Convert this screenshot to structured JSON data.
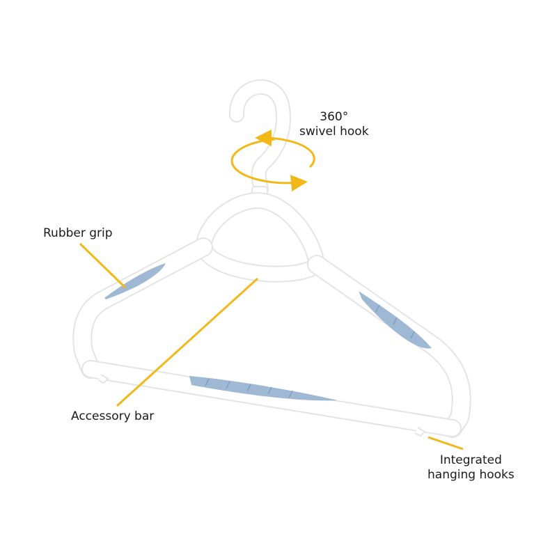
{
  "labels": {
    "rubber_grip": "Rubber grip",
    "accessory_bar": "Accessory bar",
    "swivel_line1": "360°",
    "swivel_line2": "swivel hook",
    "hooks_line1": "Integrated",
    "hooks_line2": "hanging hooks"
  },
  "colors": {
    "callout": "#f2b817",
    "grip": "#9fb9d5",
    "hanger": "#ffffff",
    "outline": "#e4e4e4"
  }
}
